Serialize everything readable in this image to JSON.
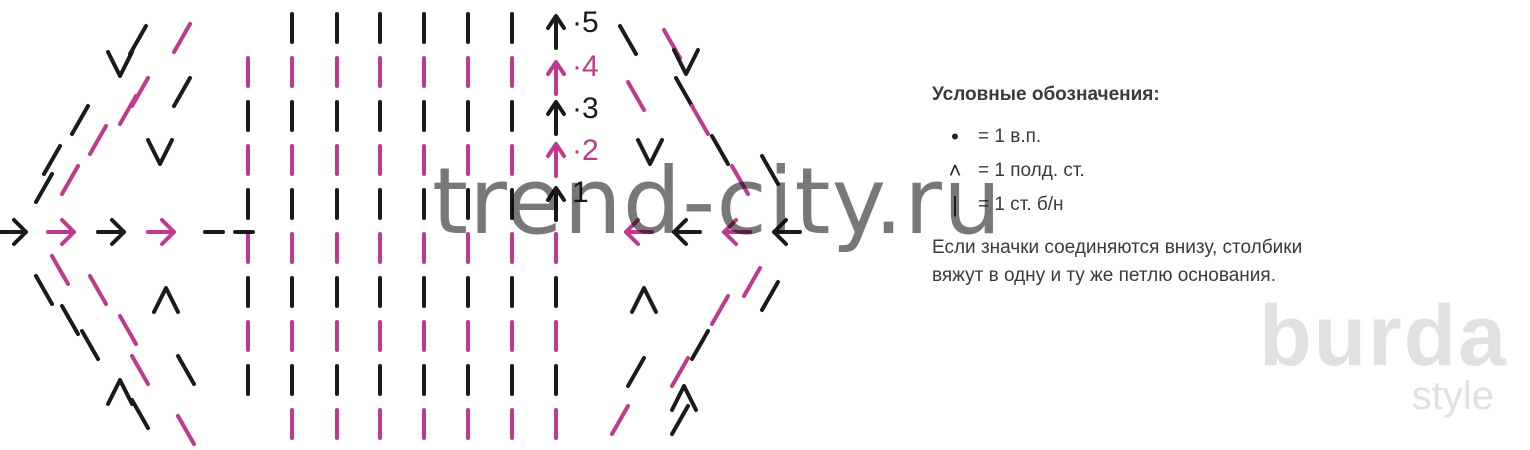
{
  "colors": {
    "black": "#1a1a1a",
    "pink": "#c0398f"
  },
  "chart": {
    "row_numbers": [
      {
        "label": "·5",
        "color": "#1a1a1a"
      },
      {
        "label": "·4",
        "color": "#c0398f"
      },
      {
        "label": "·3",
        "color": "#1a1a1a"
      },
      {
        "label": "·2",
        "color": "#c0398f"
      },
      {
        "label": "1",
        "color": "#1a1a1a"
      }
    ]
  },
  "legend": {
    "title": "Условные обозначения:",
    "items": [
      {
        "symbol": "•",
        "text": "= 1 в.п."
      },
      {
        "symbol": "˄",
        "text": "= 1 полд. ст."
      },
      {
        "symbol": "|",
        "text": "= 1 ст. б/н"
      }
    ],
    "note_line1": "Если значки соединяются внизу, столбики",
    "note_line2": "вяжут в одну и ту же петлю основания."
  },
  "watermark": {
    "text": "trend-city.ru"
  },
  "brand": {
    "name": "burda",
    "sub": "style"
  }
}
